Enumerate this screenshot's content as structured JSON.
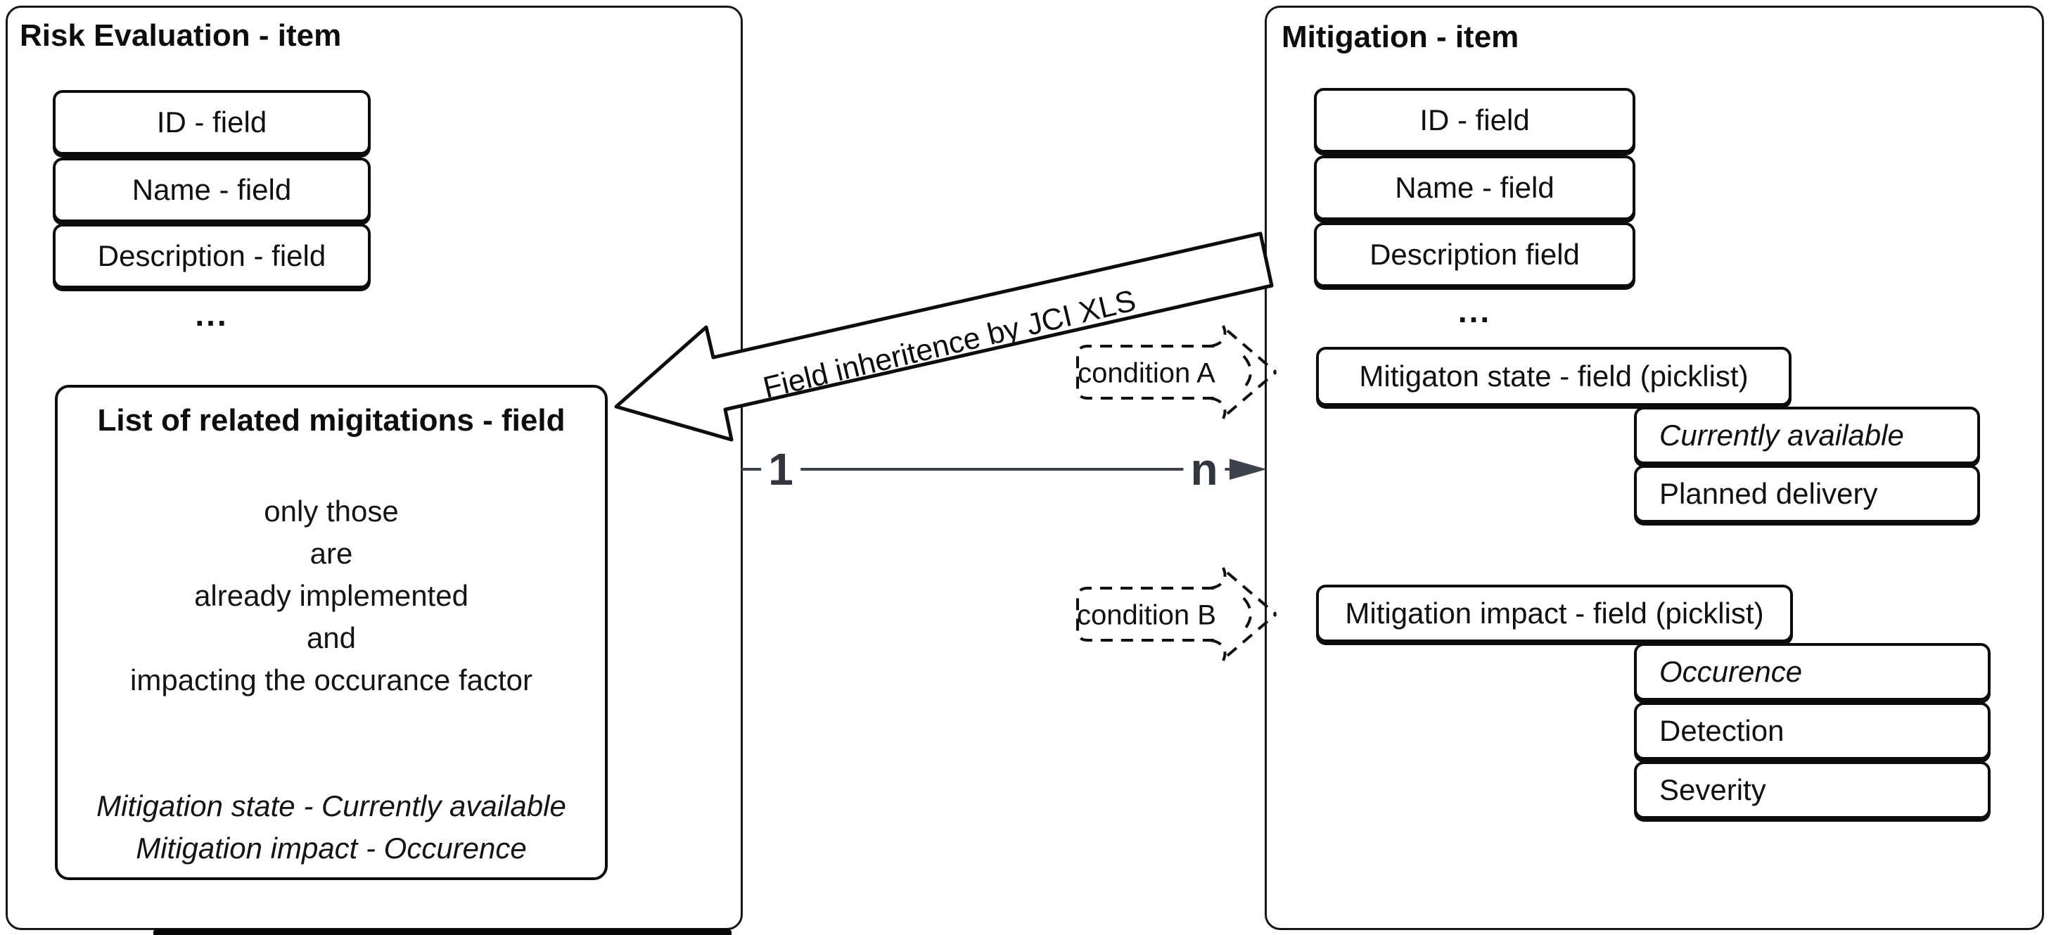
{
  "left_box": {
    "title": "Risk Evaluation - item",
    "fields": [
      "ID - field",
      "Name - field",
      "Description - field"
    ],
    "ellipsis": "...",
    "list_box": {
      "title": "List of related migitations - field",
      "note_lines": [
        "only those",
        "are",
        "already implemented",
        "and",
        "impacting the occurance factor"
      ],
      "example_lines": [
        "Mitigation state - Currently available",
        "Mitigation impact - Occurence"
      ]
    }
  },
  "right_box": {
    "title": "Mitigation - item",
    "fields": [
      "ID - field",
      "Name - field",
      "Description field"
    ],
    "ellipsis": "...",
    "state_field": {
      "label": "Mitigaton state - field (picklist)",
      "options": [
        "Currently available",
        "Planned delivery"
      ]
    },
    "impact_field": {
      "label": "Mitigation impact - field (picklist)",
      "options": [
        "Occurence",
        "Detection",
        "Severity"
      ]
    }
  },
  "relation": {
    "arrow_label": "Field inheritence by JCI XLS",
    "cardinality_from": "1",
    "cardinality_to": "n",
    "condition_a": "condition A",
    "condition_b": "condition B"
  },
  "colors": {
    "stroke": "#111111",
    "relation_line": "#3d434c",
    "background": "#ffffff"
  }
}
